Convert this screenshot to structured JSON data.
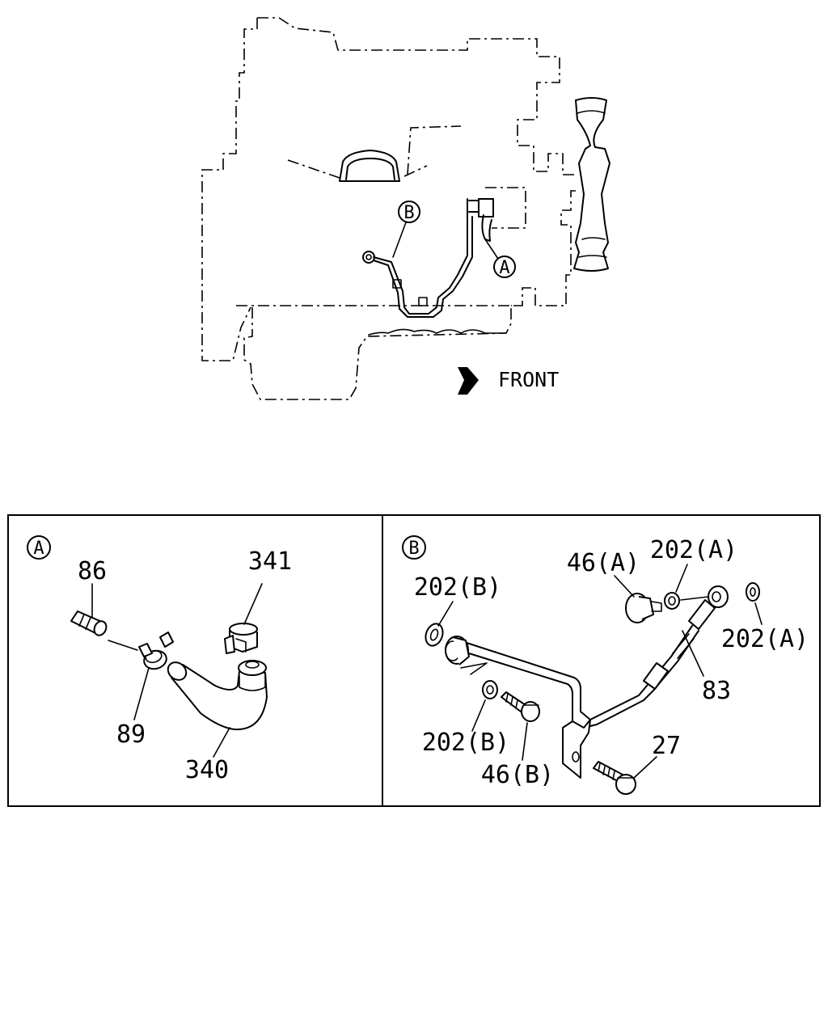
{
  "overview": {
    "front_label": "FRONT",
    "callout_a": "A",
    "callout_b": "B"
  },
  "panel_a": {
    "tag": "A",
    "labels": {
      "p86": "86",
      "p89": "89",
      "p340": "340",
      "p341": "341"
    }
  },
  "panel_b": {
    "tag": "B",
    "labels": {
      "p202b_top": "202(B)",
      "p46a": "46(A)",
      "p202a_top": "202(A)",
      "p202a_right": "202(A)",
      "p83": "83",
      "p202b_bottom": "202(B)",
      "p46b": "46(B)",
      "p27": "27"
    }
  }
}
